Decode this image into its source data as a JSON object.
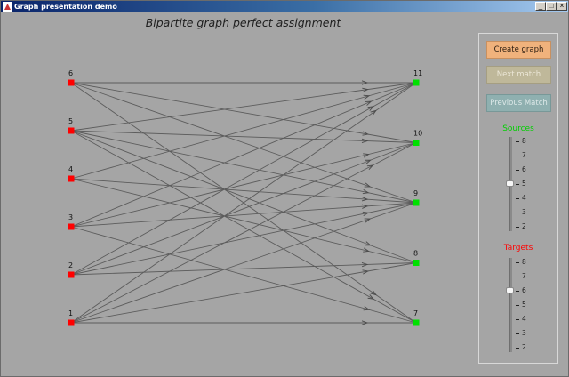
{
  "window": {
    "title": "Graph presentation demo",
    "buttons": [
      "_",
      "□",
      "×"
    ]
  },
  "graph": {
    "title": "Bipartite graph perfect assignment",
    "sources": [
      "1",
      "2",
      "3",
      "4",
      "5",
      "6"
    ],
    "targets": [
      "7",
      "8",
      "9",
      "10",
      "11"
    ],
    "source_color": "#ff0000",
    "target_color": "#00e000",
    "edges": [
      [
        "6",
        "11"
      ],
      [
        "6",
        "10"
      ],
      [
        "6",
        "9"
      ],
      [
        "6",
        "7"
      ],
      [
        "5",
        "11"
      ],
      [
        "5",
        "10"
      ],
      [
        "5",
        "9"
      ],
      [
        "5",
        "8"
      ],
      [
        "5",
        "7"
      ],
      [
        "4",
        "11"
      ],
      [
        "4",
        "9"
      ],
      [
        "4",
        "8"
      ],
      [
        "3",
        "11"
      ],
      [
        "3",
        "10"
      ],
      [
        "3",
        "9"
      ],
      [
        "3",
        "7"
      ],
      [
        "2",
        "11"
      ],
      [
        "2",
        "10"
      ],
      [
        "2",
        "9"
      ],
      [
        "2",
        "8"
      ],
      [
        "1",
        "11"
      ],
      [
        "1",
        "10"
      ],
      [
        "1",
        "9"
      ],
      [
        "1",
        "8"
      ],
      [
        "1",
        "7"
      ]
    ]
  },
  "controls": {
    "create_graph": "Create graph",
    "next_match": "Next match",
    "previous_match": "Previous Match",
    "sources_slider": {
      "label": "Sources",
      "label_color": "#00d000",
      "ticks": [
        "8",
        "7",
        "6",
        "5",
        "4",
        "3",
        "2"
      ],
      "value": 5
    },
    "targets_slider": {
      "label": "Targets",
      "label_color": "#ff0000",
      "ticks": [
        "8",
        "7",
        "6",
        "5",
        "4",
        "3",
        "2"
      ],
      "value": 6
    }
  }
}
